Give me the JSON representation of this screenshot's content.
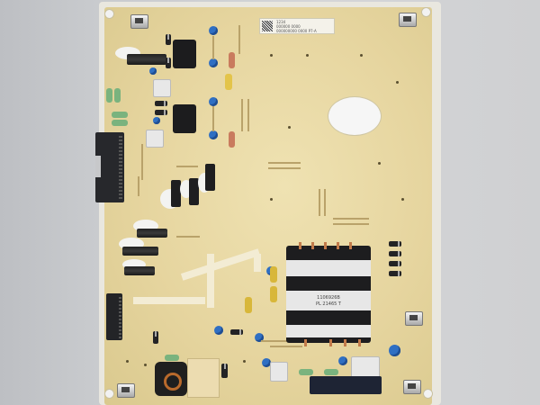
{
  "scene": {
    "subject": "power supply circuit board",
    "board_color": "#e6d59f",
    "background_color": "#cfd0d2"
  },
  "labels": {
    "sticker_lines": [
      "1234",
      "000000 0000",
      "000000000 0000 P7-A"
    ],
    "transformer_code_1": "1106926B",
    "transformer_code_2": "PL 21465 T"
  }
}
